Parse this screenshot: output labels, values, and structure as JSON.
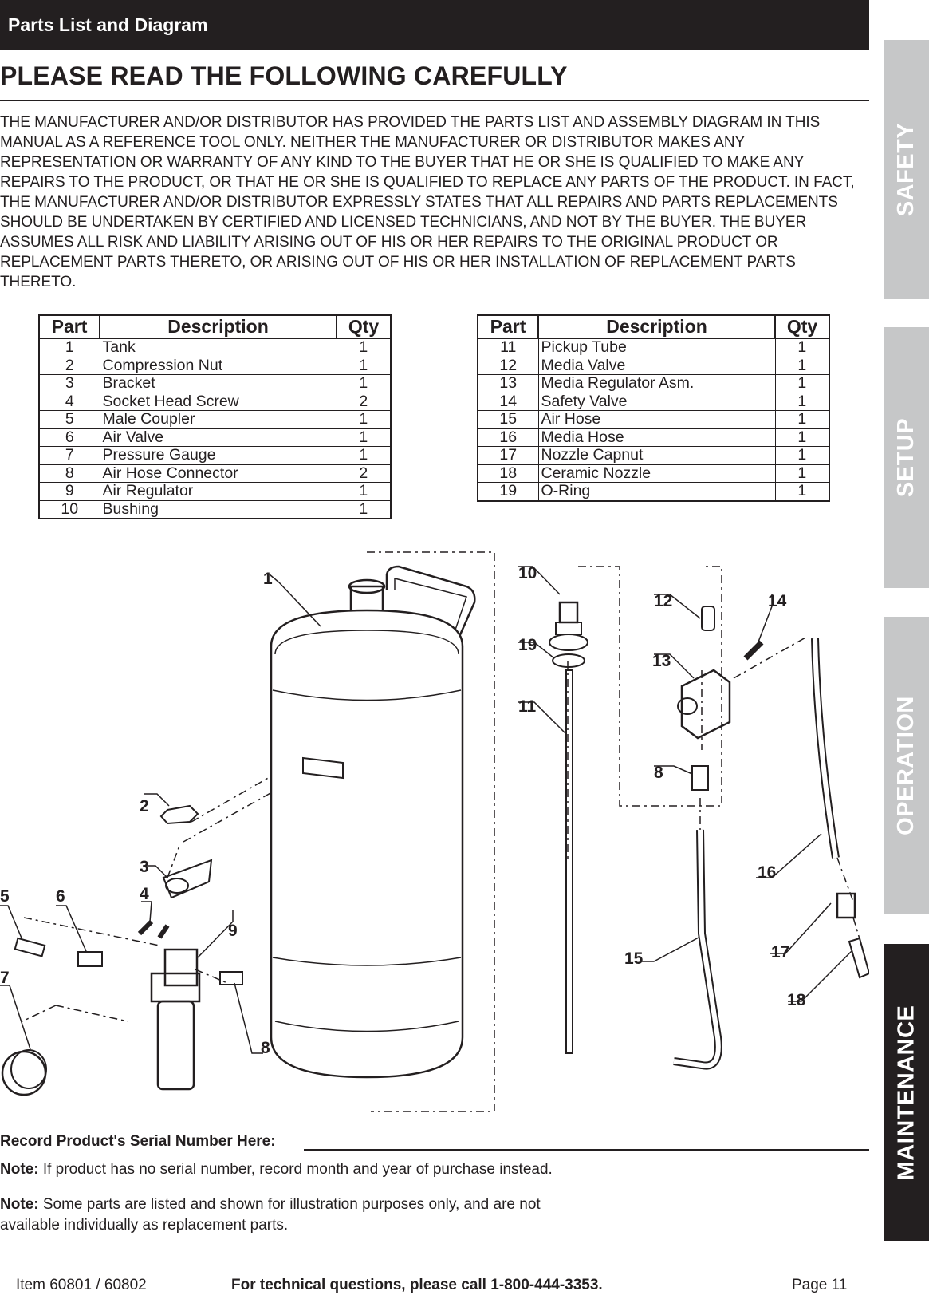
{
  "header": {
    "title": "Parts List and Diagram"
  },
  "heading": "PLEASE READ THE FOLLOWING CAREFULLY",
  "disclaimer": "THE MANUFACTURER AND/OR DISTRIBUTOR HAS PROVIDED THE PARTS LIST AND ASSEMBLY DIAGRAM IN THIS MANUAL AS A REFERENCE TOOL ONLY.  NEITHER THE MANUFACTURER OR DISTRIBUTOR MAKES ANY REPRESENTATION OR WARRANTY OF ANY KIND TO THE BUYER THAT HE OR SHE IS QUALIFIED TO MAKE ANY REPAIRS TO THE PRODUCT, OR THAT HE OR SHE IS QUALIFIED TO REPLACE ANY PARTS OF THE PRODUCT.  IN FACT, THE MANUFACTURER AND/OR DISTRIBUTOR EXPRESSLY STATES THAT ALL REPAIRS AND PARTS REPLACEMENTS SHOULD BE UNDERTAKEN BY CERTIFIED AND LICENSED TECHNICIANS, AND NOT BY THE BUYER.  THE BUYER ASSUMES ALL RISK AND LIABILITY ARISING OUT OF HIS OR HER REPAIRS TO THE ORIGINAL PRODUCT OR REPLACEMENT PARTS THERETO, OR ARISING OUT OF HIS OR HER INSTALLATION OF REPLACEMENT PARTS THERETO.",
  "table_headers": {
    "part": "Part",
    "description": "Description",
    "qty": "Qty"
  },
  "parts_left": [
    {
      "part": "1",
      "description": "Tank",
      "qty": "1"
    },
    {
      "part": "2",
      "description": "Compression Nut",
      "qty": "1"
    },
    {
      "part": "3",
      "description": "Bracket",
      "qty": "1"
    },
    {
      "part": "4",
      "description": "Socket Head Screw",
      "qty": "2"
    },
    {
      "part": "5",
      "description": "Male Coupler",
      "qty": "1"
    },
    {
      "part": "6",
      "description": "Air Valve",
      "qty": "1"
    },
    {
      "part": "7",
      "description": "Pressure Gauge",
      "qty": "1"
    },
    {
      "part": "8",
      "description": "Air Hose Connector",
      "qty": "2"
    },
    {
      "part": "9",
      "description": "Air Regulator",
      "qty": "1"
    },
    {
      "part": "10",
      "description": "Bushing",
      "qty": "1"
    }
  ],
  "parts_right": [
    {
      "part": "11",
      "description": "Pickup Tube",
      "qty": "1"
    },
    {
      "part": "12",
      "description": "Media Valve",
      "qty": "1"
    },
    {
      "part": "13",
      "description": "Media Regulator Asm.",
      "qty": "1"
    },
    {
      "part": "14",
      "description": "Safety Valve",
      "qty": "1"
    },
    {
      "part": "15",
      "description": "Air Hose",
      "qty": "1"
    },
    {
      "part": "16",
      "description": "Media Hose",
      "qty": "1"
    },
    {
      "part": "17",
      "description": "Nozzle Capnut",
      "qty": "1"
    },
    {
      "part": "18",
      "description": "Ceramic Nozzle",
      "qty": "1"
    },
    {
      "part": "19",
      "description": "O-Ring",
      "qty": "1"
    }
  ],
  "diagram_callouts": [
    "1",
    "2",
    "3",
    "4",
    "5",
    "6",
    "7",
    "8",
    "9",
    "10",
    "19",
    "11",
    "12",
    "13",
    "14",
    "8",
    "15",
    "16",
    "17",
    "18"
  ],
  "serial": {
    "label": "Record Product's Serial Number Here:"
  },
  "note1": {
    "label": "Note:",
    "text": " If product has no serial number, record month and year of purchase instead."
  },
  "note2": {
    "label": "Note:",
    "text": " Some parts are listed and shown for illustration purposes only, and are not available individually as replacement parts."
  },
  "footer": {
    "item": "Item 60801 / 60802",
    "help": "For technical questions, please call 1-800-444-3353.",
    "page": "Page 11"
  },
  "side_tabs": [
    "SAFETY",
    "SETUP",
    "OPERATION",
    "MAINTENANCE"
  ],
  "colors": {
    "dark": "#231f20",
    "tab_inactive": "#c6c7c8",
    "tab_text": "#ffffff"
  }
}
